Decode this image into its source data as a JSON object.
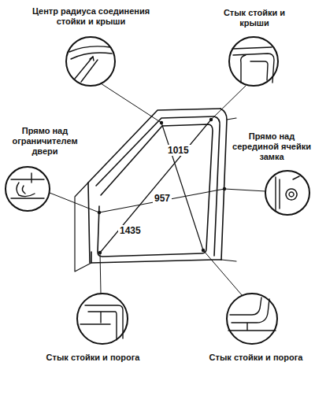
{
  "diagram": {
    "labels": [
      "Центр радиуса соединения стойки и крыши",
      "Стык стойки и крыши",
      "Прямо над ограничителем двери",
      "Прямо над серединой ячейки замка",
      "Стык стойки и порога",
      "Стык стойки и порога",
      "1015",
      "957",
      "1435"
    ]
  }
}
